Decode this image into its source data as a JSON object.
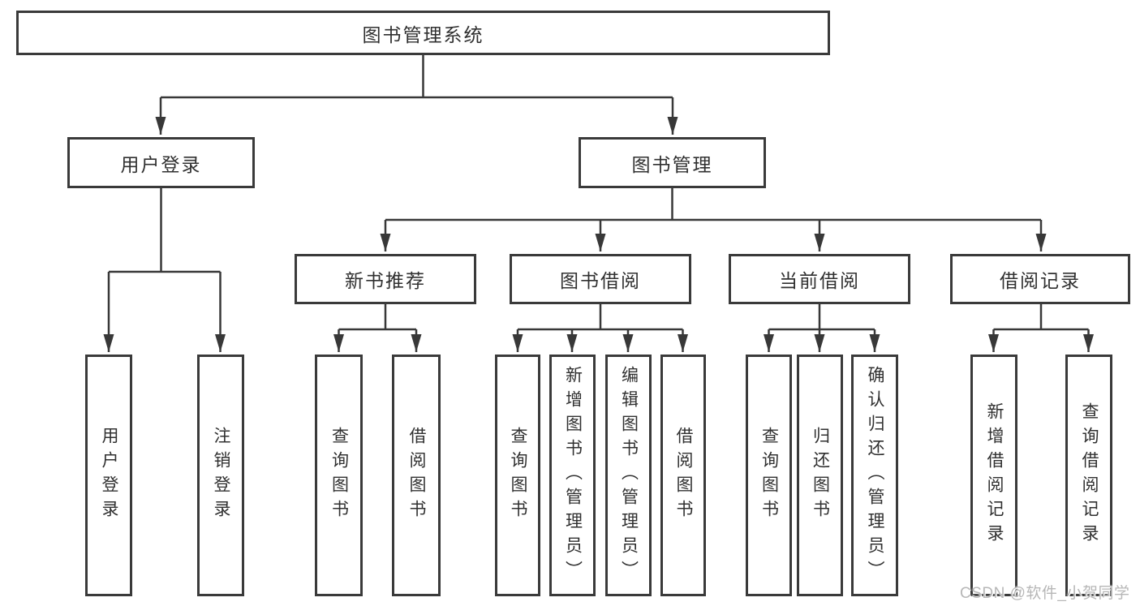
{
  "colors": {
    "background": "#ffffff",
    "box_border": "#3a3a3a",
    "connector_line": "#383838",
    "text": "#303030",
    "watermark_text": "#b7b7b7"
  },
  "watermark": "CSDN @软件_小贺同学",
  "tree": {
    "label": "图书管理系统",
    "children": [
      {
        "label": "用户登录",
        "children": [
          {
            "label": "用户登录"
          },
          {
            "label": "注销登录"
          }
        ]
      },
      {
        "label": "图书管理",
        "children": [
          {
            "label": "新书推荐",
            "children": [
              {
                "label": "查询图书"
              },
              {
                "label": "借阅图书"
              }
            ]
          },
          {
            "label": "图书借阅",
            "children": [
              {
                "label": "查询图书"
              },
              {
                "label": "新增图书（管理员）"
              },
              {
                "label": "编辑图书（管理员）"
              },
              {
                "label": "借阅图书"
              }
            ]
          },
          {
            "label": "当前借阅",
            "children": [
              {
                "label": "查询图书"
              },
              {
                "label": "归还图书"
              },
              {
                "label": "确认归还（管理员）"
              }
            ]
          },
          {
            "label": "借阅记录",
            "children": [
              {
                "label": "新增借阅记录"
              },
              {
                "label": "查询借阅记录"
              }
            ]
          }
        ]
      }
    ]
  }
}
